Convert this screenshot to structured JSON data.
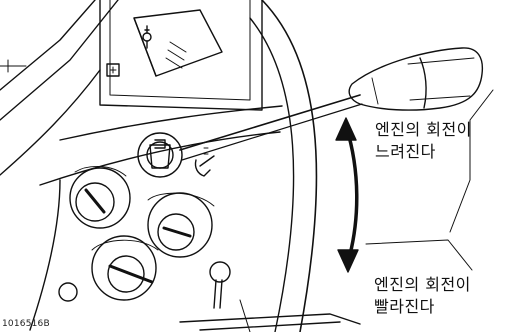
{
  "callouts": {
    "slow_line1": "엔진의 회전이",
    "slow_line2": "느려진다",
    "fast_line1": "엔진의 회전이",
    "fast_line2": "빨라진다"
  },
  "figure_id": "1016516B",
  "colors": {
    "ink": "#111111",
    "paper": "#ffffff"
  },
  "icons": [
    "fuel-pump-icon",
    "warning-light-icon",
    "hand-lever-icon",
    "up-down-arrow-icon"
  ]
}
